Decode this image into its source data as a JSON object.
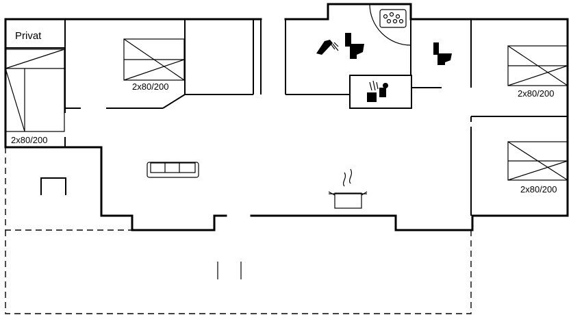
{
  "labels": {
    "private": "Privat",
    "bed_room_1": "2x80/200",
    "bed_room_2": "2x80/200",
    "bed_room_3": "2x80/200",
    "bed_room_4": "2x80/200"
  },
  "icons": [
    "sofa-icon",
    "cooking-pot-icon",
    "shower-icon",
    "toilet-icon",
    "whirlpool-icon",
    "sauna-icon",
    "fireplace-icon",
    "bed-icon"
  ]
}
